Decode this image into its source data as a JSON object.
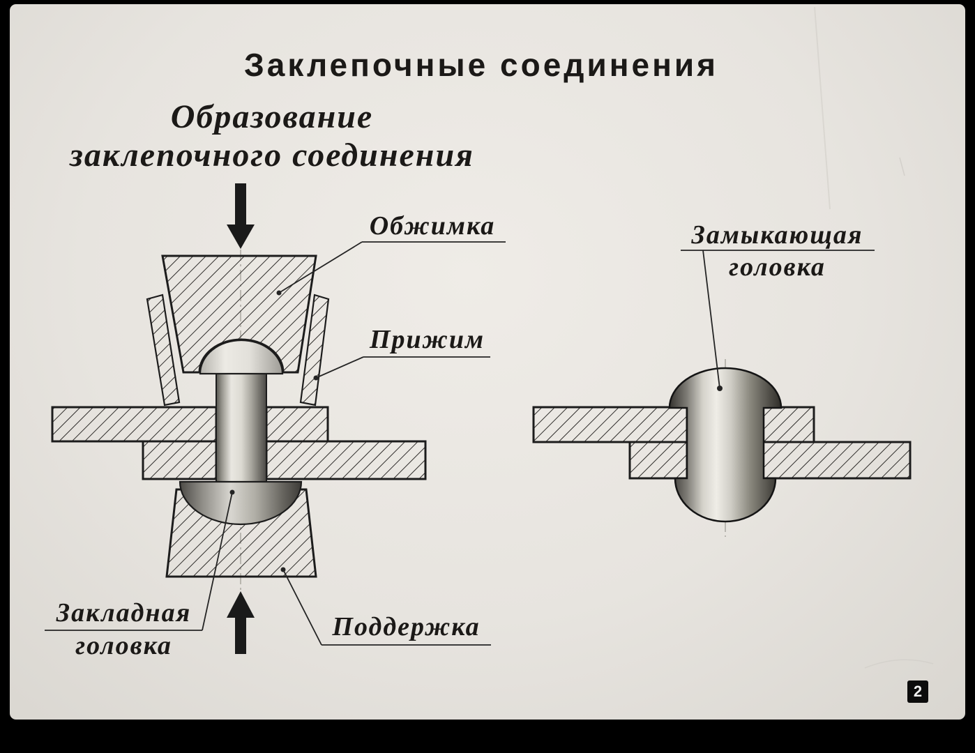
{
  "slide": {
    "title": "Заклепочные соединения",
    "page_number": "2"
  },
  "subtitle": {
    "line1": "Образование",
    "line2": "заклепочного соединения"
  },
  "labels": {
    "die": "Обжимка",
    "holddown": "Прижим",
    "preset_head": {
      "line1": "Закладная",
      "line2": "головка"
    },
    "support": "Поддержка",
    "closing_head": {
      "line1": "Замыкающая",
      "line2": "головка"
    }
  },
  "colors": {
    "frame": "#000000",
    "slide_bg": "#e7e4df",
    "ink": "#1b1917",
    "hatch": "#2e2c2a"
  }
}
